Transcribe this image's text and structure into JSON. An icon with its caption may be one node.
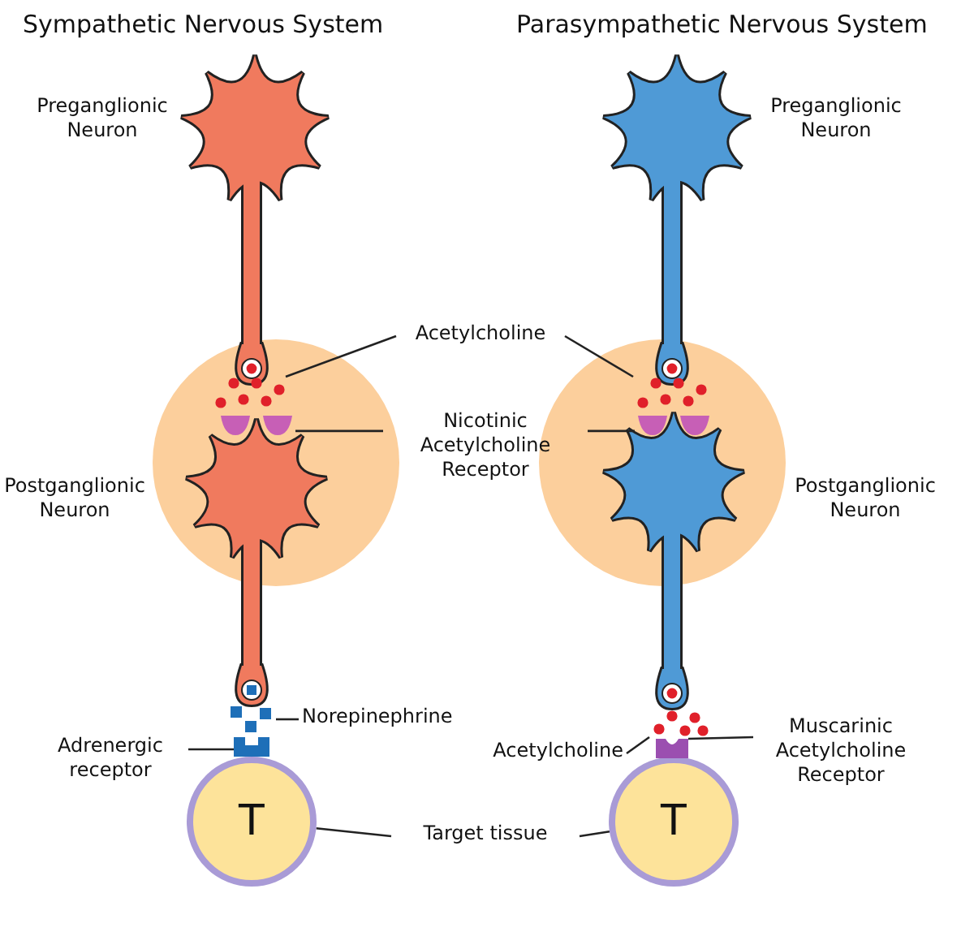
{
  "diagram": {
    "nodes": [
      {
        "text": [
          "Acetylcholine"
        ]
      },
      {
        "text": [],
        "shape": "circle"
      },
      {
        "text": [],
        "shape": "circle"
      },
      {
        "text": [
          "Nicotinic Acetylcholine Receptor"
        ]
      },
      {
        "text": [],
        "shape": "box"
      },
      {
        "text": [],
        "shape": "box"
      },
      {
        "text": [
          "Norepinephrine"
        ]
      },
      {
        "text": [],
        "shape": "box"
      },
      {
        "text": [
          "Adrenergic receptor"
        ]
      },
      {
        "text": [],
        "shape": "box"
      },
      {
        "text": [
          "Target tissue"
        ]
      },
      {
        "text": [
          "T"
        ]
      },
      {
        "text": [
          "T"
        ]
      },
      {
        "text": [
          "Acetylcholine"
        ]
      },
      {
        "text": [],
        "shape": "circle"
      },
      {
        "text": [
          "Muscarinic Acetylcholine Receptor"
        ]
      },
      {
        "text": [],
        "shape": "box"
      }
    ],
    "edges": [
      {
        "from": 0,
        "to": 1,
        "arrow": "none"
      },
      {
        "from": 0,
        "to": 2,
        "arrow": "none"
      },
      {
        "from": 3,
        "to": 4,
        "arrow": "none"
      },
      {
        "from": 3,
        "to": 5,
        "arrow": "none"
      },
      {
        "from": 6,
        "to": 7,
        "arrow": "none"
      },
      {
        "from": 8,
        "to": 9,
        "arrow": "none"
      },
      {
        "from": 10,
        "to": 11,
        "arrow": "none"
      },
      {
        "from": 10,
        "to": 12,
        "arrow": "none"
      },
      {
        "from": 13,
        "to": 14,
        "arrow": "none"
      },
      {
        "from": 15,
        "to": 16,
        "arrow": "none"
      }
    ],
    "labels": [
      "Sympathetic Nervous System",
      "Parasympathetic Nervous System",
      "Preganglionic Neuron",
      "Preganglionic Neuron",
      "Postganglionic Neuron",
      "Postganglionic Neuron"
    ]
  }
}
